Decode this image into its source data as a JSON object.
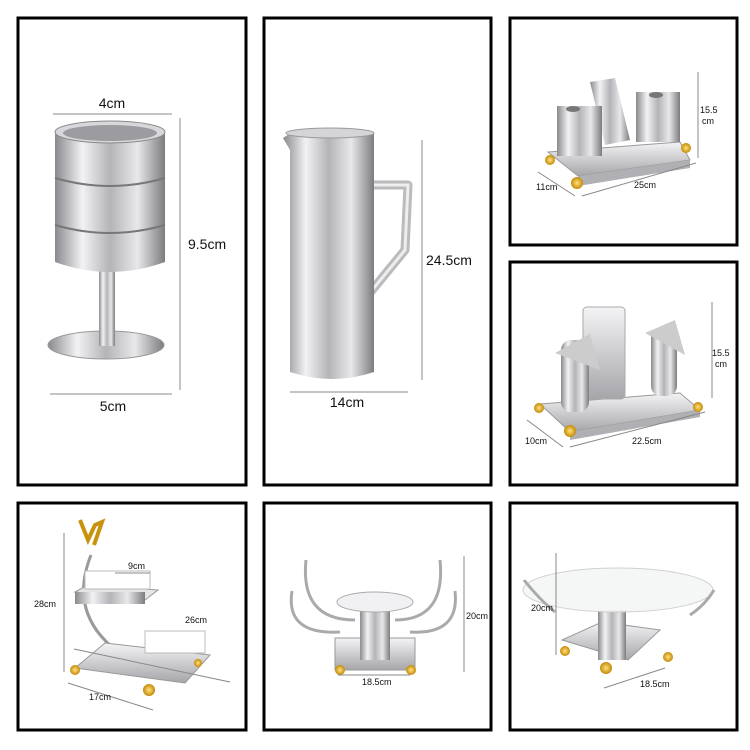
{
  "colors": {
    "border": "#000000",
    "metal": "#c8c8cc",
    "gold": "#d9a514"
  },
  "products": [
    {
      "name": "wine-cooler-cup",
      "dims": {
        "top": "4cm",
        "height": "9.5cm",
        "base": "5cm"
      }
    },
    {
      "name": "water-pitcher",
      "dims": {
        "height": "24.5cm",
        "width": "14cm"
      }
    },
    {
      "name": "desk-organizer-square",
      "dims": {
        "height_a": "15.5",
        "height_b": "cm",
        "depth": "11cm",
        "width": "25cm"
      }
    },
    {
      "name": "desk-organizer-round",
      "dims": {
        "height_a": "15.5",
        "height_b": "cm",
        "depth": "10cm",
        "width": "22.5cm"
      }
    },
    {
      "name": "two-tier-server",
      "dims": {
        "height": "28cm",
        "tray": "9cm",
        "length": "26cm",
        "depth": "17cm"
      }
    },
    {
      "name": "cake-stand",
      "dims": {
        "height": "20cm",
        "width": "18.5cm"
      }
    },
    {
      "name": "glass-bowl-stand",
      "dims": {
        "height": "20cm",
        "width": "18.5cm"
      }
    }
  ]
}
